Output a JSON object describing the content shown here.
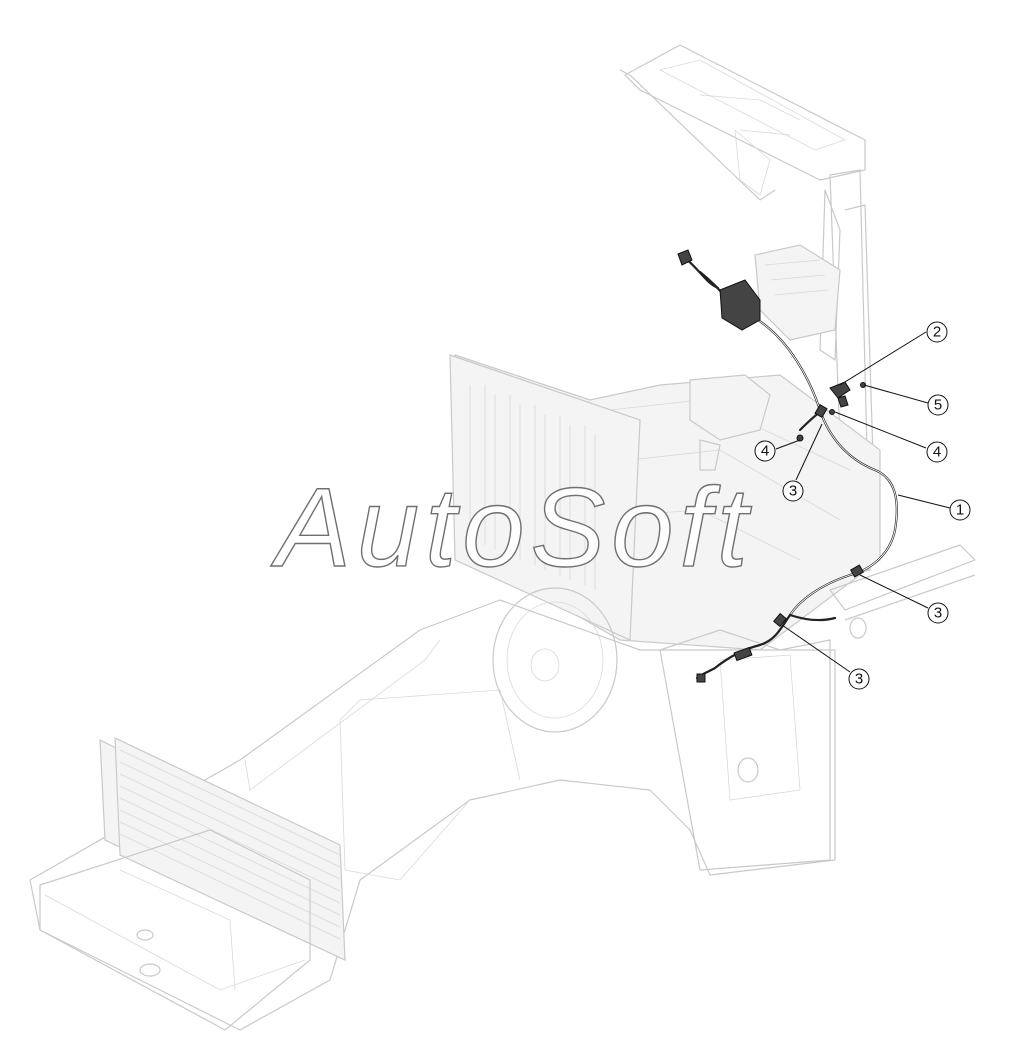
{
  "watermark": "AutoSoft",
  "callouts": [
    {
      "id": "c1",
      "label": "1"
    },
    {
      "id": "c2",
      "label": "2"
    },
    {
      "id": "c3a",
      "label": "3"
    },
    {
      "id": "c3b",
      "label": "3"
    },
    {
      "id": "c3c",
      "label": "3"
    },
    {
      "id": "c4a",
      "label": "4"
    },
    {
      "id": "c4b",
      "label": "4"
    },
    {
      "id": "c5",
      "label": "5"
    }
  ]
}
